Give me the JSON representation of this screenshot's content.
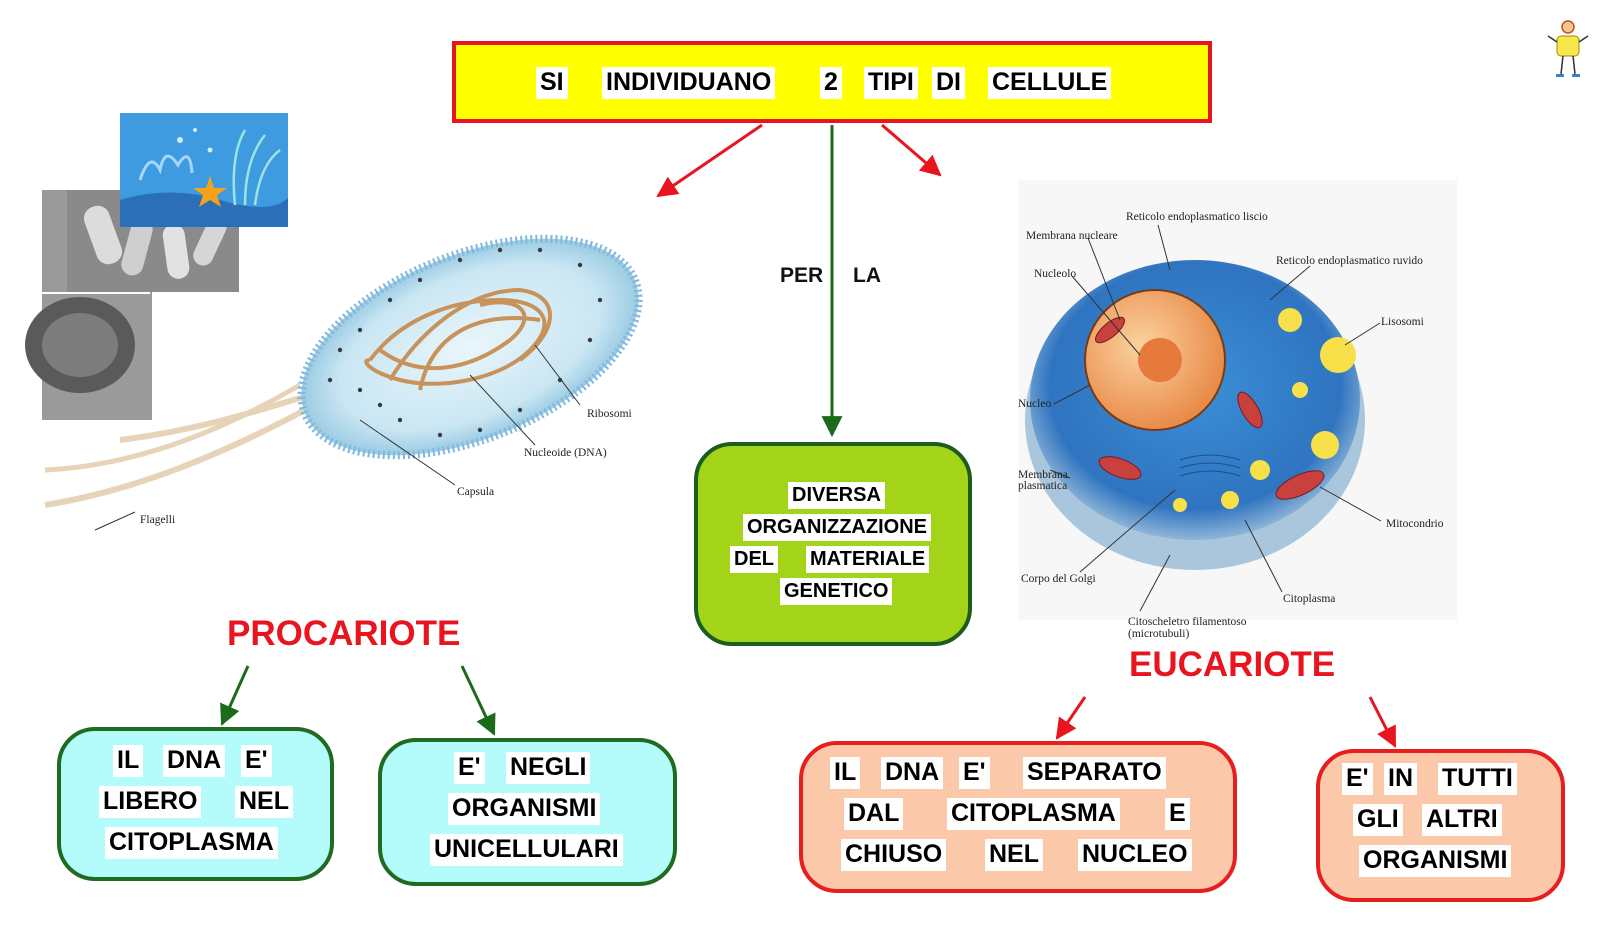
{
  "title": {
    "words": [
      "SI",
      "INDIVIDUANO",
      "2",
      "TIPI",
      "DI",
      "CELLULE"
    ]
  },
  "connector": {
    "words": [
      "PER",
      "LA"
    ]
  },
  "center_box": {
    "lines": [
      [
        "DIVERSA"
      ],
      [
        "ORGANIZZAZIONE"
      ],
      [
        "DEL",
        "MATERIALE"
      ],
      [
        "GENETICO"
      ]
    ]
  },
  "procariote": {
    "title": "PROCARIOTE",
    "box1": {
      "lines": [
        [
          "IL",
          "DNA",
          "E'"
        ],
        [
          "LIBERO",
          "NEL"
        ],
        [
          "CITOPLASMA"
        ]
      ]
    },
    "box2": {
      "lines": [
        [
          "E'",
          "NEGLI"
        ],
        [
          "ORGANISMI"
        ],
        [
          "UNICELLULARI"
        ]
      ]
    },
    "image_labels": {
      "ribosomi": "Ribosomi",
      "nucleoide": "Nucleoide (DNA)",
      "capsula": "Capsula",
      "flagelli": "Flagelli"
    }
  },
  "eucariote": {
    "title": "EUCARIOTE",
    "box1": {
      "lines": [
        [
          "IL",
          "DNA",
          "E'",
          "SEPARATO"
        ],
        [
          "DAL",
          "CITOPLASMA",
          "E"
        ],
        [
          "CHIUSO",
          "NEL",
          "NUCLEO"
        ]
      ]
    },
    "box2": {
      "lines": [
        [
          "E'",
          "IN",
          "TUTTI"
        ],
        [
          "GLI",
          "ALTRI"
        ],
        [
          "ORGANISMI"
        ]
      ]
    },
    "image_labels": {
      "reticolo_liscio": "Reticolo endoplasmatico liscio",
      "membrana_nucleare": "Membrana nucleare",
      "nucleolo": "Nucleolo",
      "reticolo_ruvido": "Reticolo endoplasmatico ruvido",
      "lisosomi": "Lisosomi",
      "nucleo": "Nucleo",
      "membrana_plasmatica_1": "Membrana",
      "membrana_plasmatica_2": "plasmatica",
      "mitocondrio": "Mitocondrio",
      "corpo_golgi": "Corpo del Golgi",
      "citoplasma": "Citoplasma",
      "citoscheletro_1": "Citoscheletro filamentoso",
      "citoscheletro_2": "(microtubuli)"
    }
  },
  "colors": {
    "title_fill": "#ffff00",
    "title_border": "#e8141e",
    "arrow_red": "#e8141e",
    "arrow_green": "#1c6a1c",
    "center_fill": "#a3d41a",
    "cyan_fill": "#b4fbfb",
    "salmon_fill": "#fbc8aa",
    "heading_red": "#e8141e"
  }
}
